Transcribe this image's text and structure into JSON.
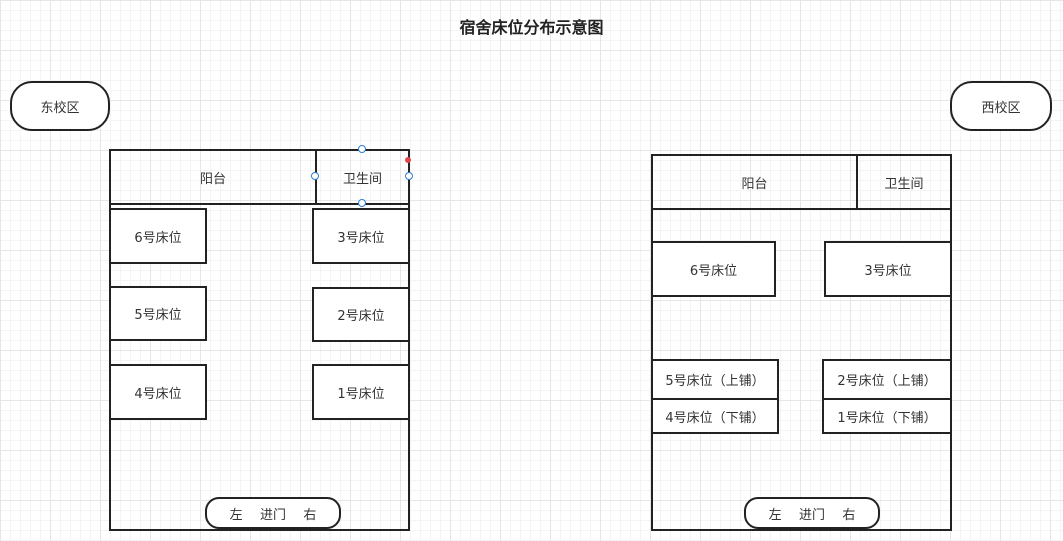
{
  "title": "宿舍床位分布示意图",
  "east": {
    "label": "东校区",
    "balcony": "阳台",
    "bathroom": "卫生间",
    "beds": {
      "b6": "6号床位",
      "b5": "5号床位",
      "b4": "4号床位",
      "b3": "3号床位",
      "b2": "2号床位",
      "b1": "1号床位"
    },
    "door": {
      "left": "左",
      "enter": "进门",
      "right": "右"
    }
  },
  "west": {
    "label": "西校区",
    "balcony": "阳台",
    "bathroom": "卫生间",
    "beds": {
      "b6": "6号床位",
      "b3": "3号床位",
      "b5": "5号床位（上铺）",
      "b4": "4号床位（下铺）",
      "b2": "2号床位（上铺）",
      "b1": "1号床位（下铺）"
    },
    "door": {
      "left": "左",
      "enter": "进门",
      "right": "右"
    }
  },
  "colors": {
    "stroke": "#222222",
    "selection_handle": "#2b7fd6",
    "rotate_handle": "#e0474c",
    "grid": "#e6e6e6"
  }
}
